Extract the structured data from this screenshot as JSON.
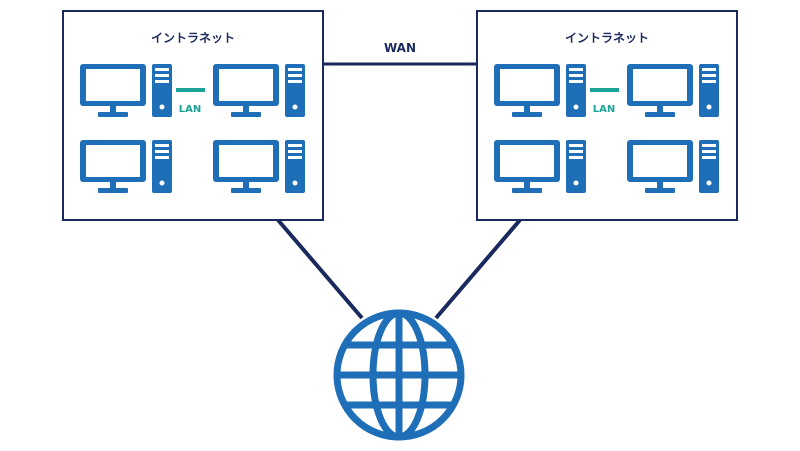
{
  "colors": {
    "box_border": "#1a2a5e",
    "link_line": "#1a2a5e",
    "computer": "#1f6fb8",
    "lan": "#1aa396",
    "globe": "#1f6fb8",
    "label_text": "#1a2a5e"
  },
  "left_network": {
    "title": "イントラネット",
    "lan_label": "LAN"
  },
  "right_network": {
    "title": "イントラネット",
    "lan_label": "LAN"
  },
  "wan_label": "WAN",
  "icons": {
    "computer": "desktop-computer-icon",
    "internet": "globe-icon"
  }
}
